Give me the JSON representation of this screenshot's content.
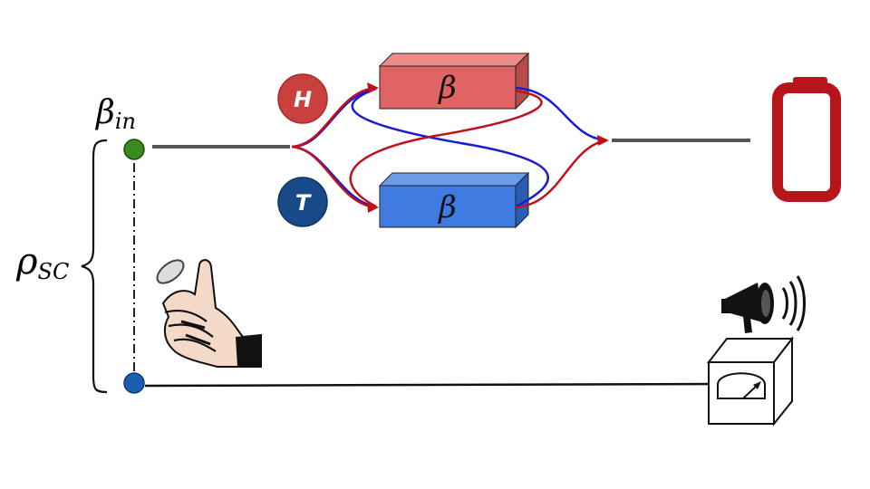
{
  "labels": {
    "beta_in_main": "β",
    "beta_in_sub": "in",
    "rho_main": "ρ",
    "rho_sub": "SC",
    "box_top": "β",
    "box_bottom": "β",
    "coin_heads": "H",
    "coin_tails": "T"
  },
  "colors": {
    "red_path": "#c0101a",
    "blue_path": "#1b1bd0",
    "box_red": "#e06464",
    "box_blue": "#3f7be0",
    "coin_heads": "#c9403e",
    "coin_tails": "#174a86",
    "battery": "#b8141b",
    "qubit_top": "#3a8a1f",
    "qubit_bottom": "#1a5fb0",
    "line": "#555555"
  },
  "icons": [
    "hand-flipping-coin-icon",
    "battery-icon",
    "megaphone-icon",
    "meter-box-icon"
  ]
}
